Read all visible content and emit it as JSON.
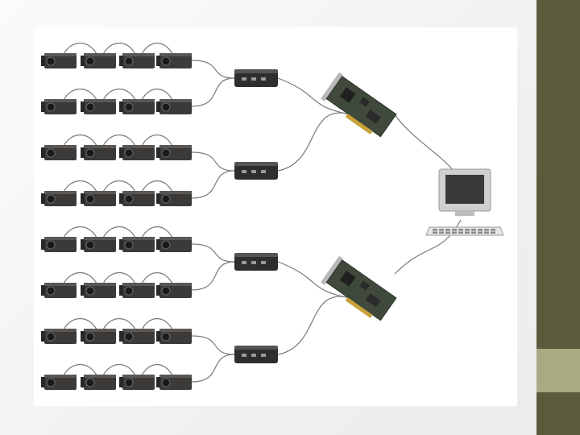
{
  "diagram": {
    "camera_rows": 8,
    "cameras_per_row": 4,
    "hub_count": 4,
    "pcie_card_count": 2,
    "colors": {
      "camera_body": "#3c3a38",
      "camera_lens": "#1a1a1a",
      "hub_body": "#2e2e2e",
      "card_board": "#3f4a3c",
      "monitor_frame": "#cfcfcf",
      "cable": "#7a7a7a"
    },
    "icons": [
      "camera-icon",
      "hub-icon",
      "pcie-card-icon",
      "computer-icon"
    ]
  },
  "theme": {
    "sidebar_color": "#5b5a3d",
    "sidebar_accent": "#a9a983"
  }
}
